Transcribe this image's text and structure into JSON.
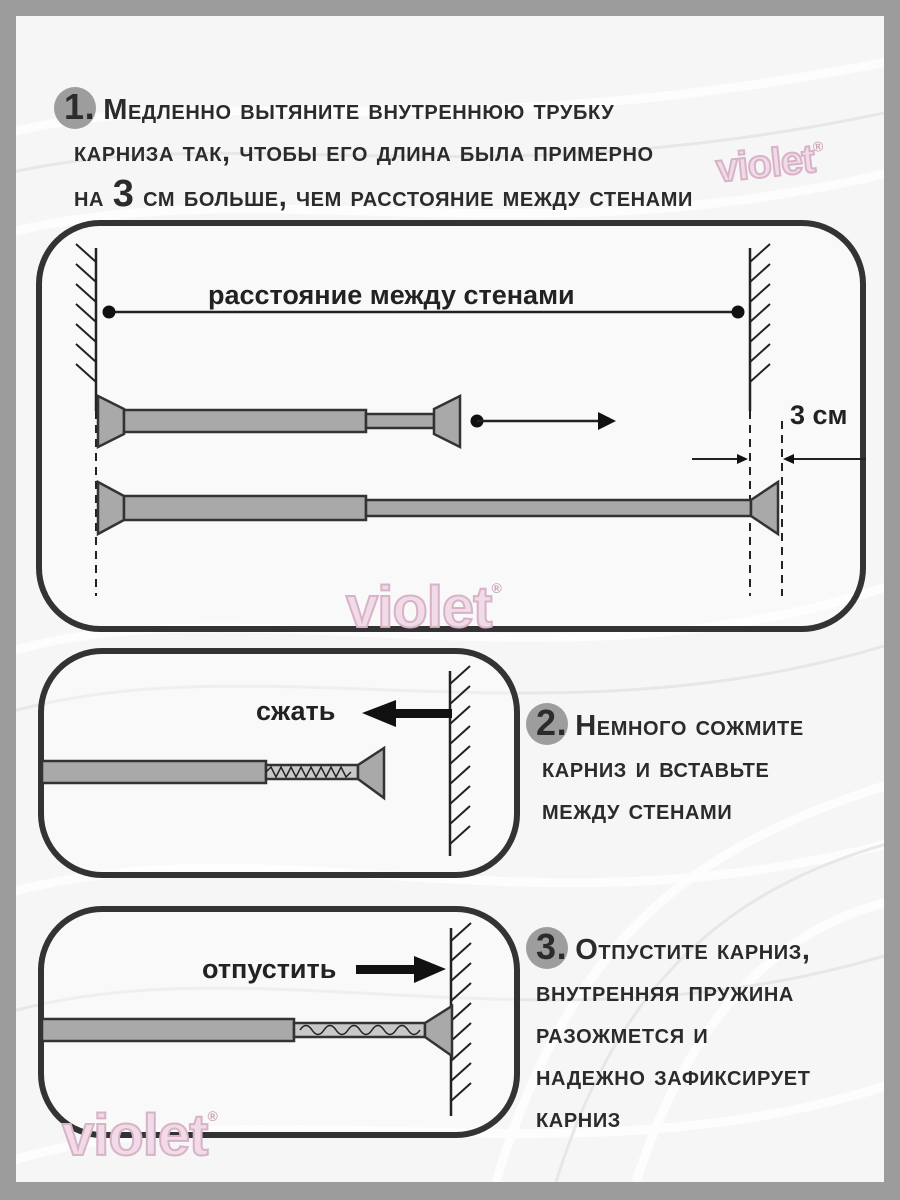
{
  "steps": [
    {
      "number": "1.",
      "lines": [
        "Медленно вытяните внутреннюю трубку",
        "карниза так, чтобы его длина была примерно",
        "на 3 см больше, чем расстояние между стенами"
      ],
      "line3_prefix": "на ",
      "line3_big": "3",
      "line3_suffix": " см больше, чем расстояние между стенами"
    },
    {
      "number": "2.",
      "lines": [
        "Немного сожмите",
        "карниз и вставьте",
        "между стенами"
      ]
    },
    {
      "number": "3.",
      "lines": [
        "Отпустите карниз,",
        "внутренняя пружина",
        "разожмется и",
        "надежно зафиксирует",
        "карниз"
      ]
    }
  ],
  "diagram1": {
    "distance_label": "расстояние между стенами",
    "extra_label": "3 см"
  },
  "diagram2": {
    "action_label": "сжать"
  },
  "diagram3": {
    "action_label": "отпустить"
  },
  "watermark": {
    "brand": "violet",
    "mark": "®"
  },
  "colors": {
    "background": "#9c9c9c",
    "sheet": "#f6f6f6",
    "rod": "#a9a9a9",
    "outline": "#333333",
    "number_circle": "#9d9d9d",
    "watermark": "#f2dbe8"
  }
}
